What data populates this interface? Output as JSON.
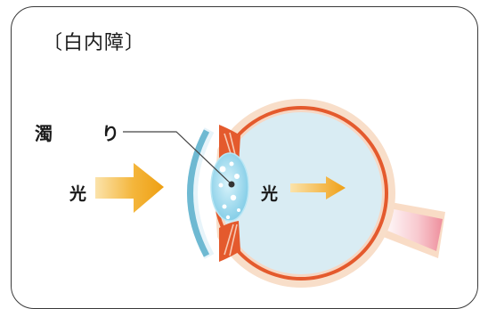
{
  "title": "〔白内障〕",
  "labels": {
    "cataract": "濁 り",
    "light_in": "光",
    "light_out": "光"
  },
  "colors": {
    "outer_coat": "#f7ddc7",
    "choroid_red": "#e2592c",
    "vitreous": "#d9ecf3",
    "cornea": "#6eb9d2",
    "lens": "#8fd3ec",
    "arrow_orange": "#f1a71d",
    "optic_nerve": "#f7c8cd"
  },
  "icons": [
    "arrow-right-icon",
    "arrow-right-icon"
  ]
}
